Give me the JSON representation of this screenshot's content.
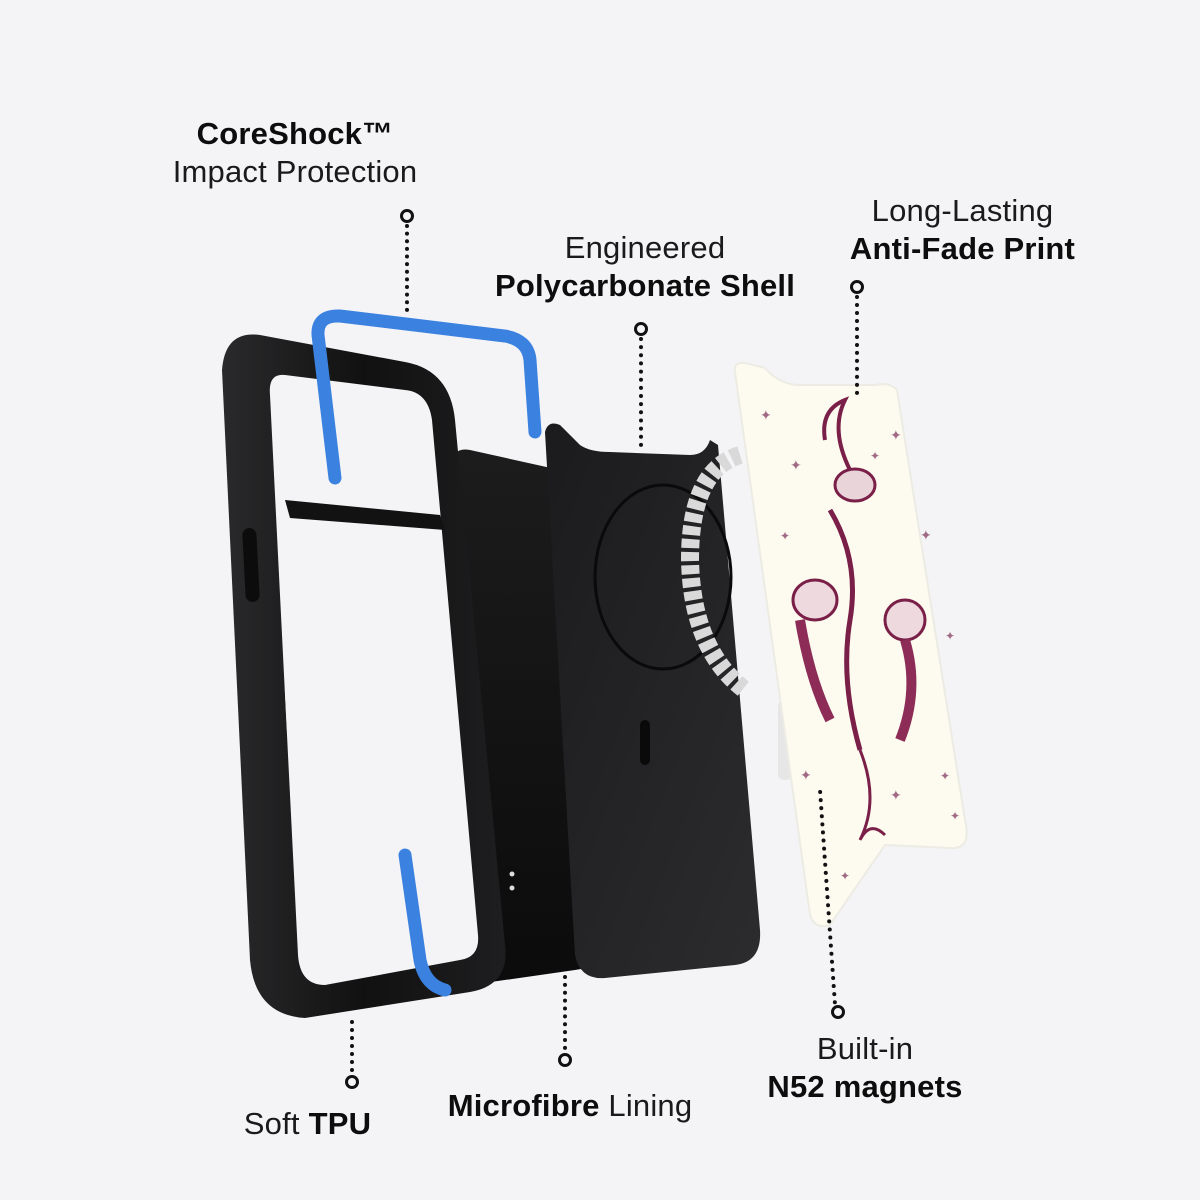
{
  "background_color": "#f4f4f6",
  "accent_colors": {
    "coreshock_blue": "#3b82e0",
    "case_black": "#1a1a1a",
    "print_background": "#fdfbf0",
    "print_ink": "#7a1f48",
    "magnet_ring": "#d9d9d9"
  },
  "callouts": {
    "coreshock": {
      "bold": "CoreShock™",
      "regular": "Impact Protection"
    },
    "polycarbonate": {
      "regular": "Engineered",
      "bold": "Polycarbonate Shell"
    },
    "anti_fade": {
      "regular": "Long-Lasting",
      "bold": "Anti-Fade Print"
    },
    "soft_tpu": {
      "regular": "Soft",
      "bold": "TPU"
    },
    "microfibre": {
      "bold": "Microfibre",
      "regular": "Lining"
    },
    "magnets": {
      "regular": "Built-in",
      "bold": "N52 magnets"
    }
  },
  "illustration": {
    "layers": [
      "tpu-bumper-frame",
      "coreshock-inserts",
      "microfibre-lining",
      "polycarbonate-shell",
      "magnet-ring",
      "printed-back-plate"
    ],
    "print_motif": "cherubs-with-stars"
  }
}
